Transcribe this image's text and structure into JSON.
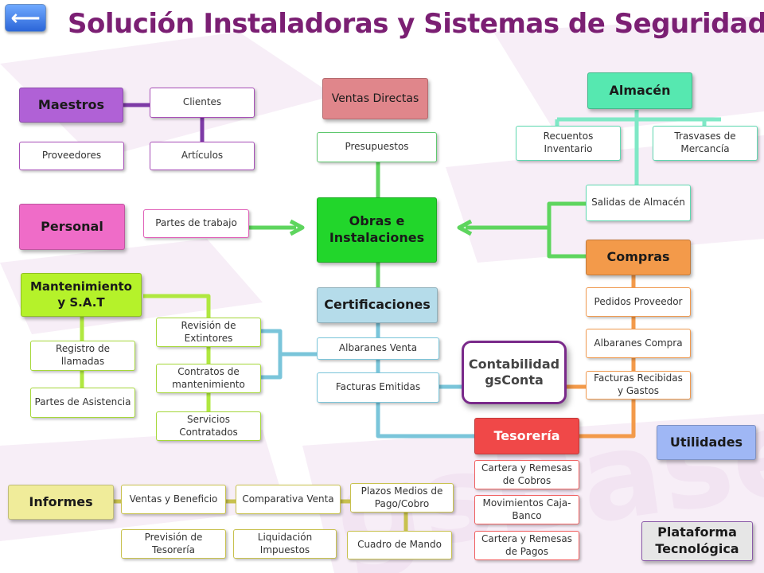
{
  "header": {
    "title": "Solución Instaladoras y Sistemas de Seguridad",
    "back_label": "⟵"
  },
  "colors": {
    "purple": "#b061d6",
    "pink": "#ef6cc8",
    "salmon": "#e0868b",
    "green": "#22d62b",
    "lime": "#b5f22a",
    "teal": "#56e8b0",
    "lightblue": "#b5dcea",
    "orange": "#f39a4a",
    "red": "#f04848",
    "yellow": "#f0ec9a",
    "blue": "#9fb7f5",
    "gray": "#e6e6e6"
  },
  "nodes": {
    "maestros": "Maestros",
    "clientes": "Clientes",
    "proveedores": "Proveedores",
    "articulos": "Artículos",
    "personal": "Personal",
    "partes_trabajo": "Partes de trabajo",
    "mantenimiento": "Mantenimiento y S.A.T",
    "registro_llamadas": "Registro de llamadas",
    "partes_asistencia": "Partes de Asistencia",
    "revision_extintores": "Revisión de Extintores",
    "contratos_mant": "Contratos de mantenimiento",
    "servicios_contratados": "Servicios Contratados",
    "ventas_directas": "Ventas Directas",
    "presupuestos": "Presupuestos",
    "obras": "Obras e Instalaciones",
    "certificaciones": "Certificaciones",
    "albaranes_venta": "Albaranes Venta",
    "facturas_emitidas": "Facturas Emitidas",
    "almacen": "Almacén",
    "recuentos": "Recuentos Inventario",
    "trasvases": "Trasvases de Mercancía",
    "salidas": "Salidas de Almacén",
    "compras": "Compras",
    "pedidos_proveedor": "Pedidos Proveedor",
    "albaranes_compra": "Albaranes Compra",
    "facturas_recibidas": "Facturas Recibidas y Gastos",
    "contabilidad_1": "Contabilidad",
    "contabilidad_2": "gsConta",
    "tesoreria": "Tesorería",
    "cartera_cobros": "Cartera y Remesas de Cobros",
    "movimientos": "Movimientos Caja-Banco",
    "cartera_pagos": "Cartera y Remesas de Pagos",
    "utilidades": "Utilidades",
    "informes": "Informes",
    "ventas_beneficio": "Ventas y Beneficio",
    "comparativa": "Comparativa Venta",
    "plazos": "Plazos Medios de Pago/Cobro",
    "prevision": "Previsión de Tesorería",
    "liquidacion": "Liquidación Impuestos",
    "cuadro_mando": "Cuadro de Mando",
    "plataforma": "Plataforma Tecnológica"
  }
}
